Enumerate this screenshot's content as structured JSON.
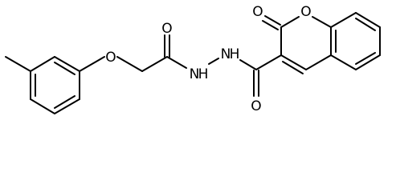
{
  "molecule": {
    "atoms": [
      {
        "id": "O_ether",
        "symbol": "O"
      },
      {
        "id": "O_amide1",
        "symbol": "O"
      },
      {
        "id": "N_1",
        "symbol": "N",
        "hydrogen": "H"
      },
      {
        "id": "N_2",
        "symbol": "N",
        "hydrogen": "H"
      },
      {
        "id": "O_lactone_carbonyl",
        "symbol": "O"
      },
      {
        "id": "O_ring",
        "symbol": "O"
      },
      {
        "id": "O_amide2",
        "symbol": "O"
      }
    ]
  },
  "colors": {
    "bond": "#000000",
    "text": "#000000",
    "background": "#ffffff"
  }
}
